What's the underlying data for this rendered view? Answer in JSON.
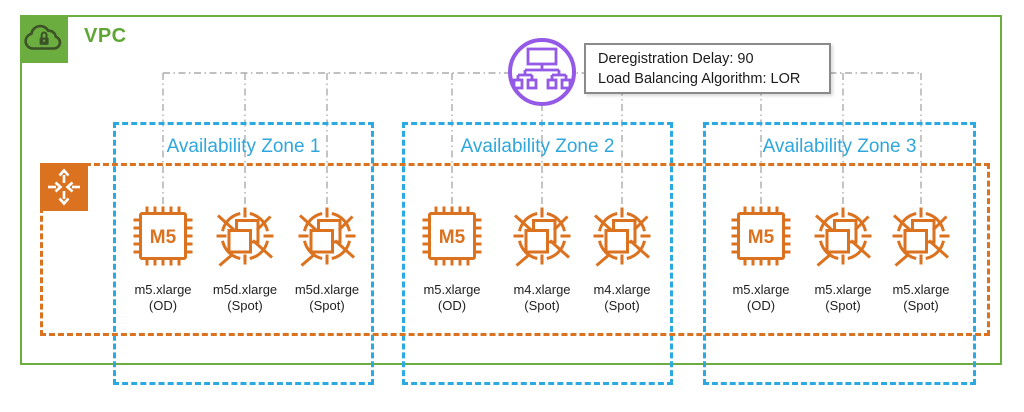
{
  "vpc": {
    "label": "VPC"
  },
  "load_balancer": {
    "info_line1": "Deregistration Delay: 90",
    "info_line2": "Load Balancing Algorithm: LOR"
  },
  "chip_label": "M5",
  "zones": [
    {
      "title": "Availability Zone 1",
      "instances": [
        {
          "type": "m5-chip",
          "line1": "m5.xlarge",
          "line2": "(OD)"
        },
        {
          "type": "spot",
          "line1": "m5d.xlarge",
          "line2": "(Spot)"
        },
        {
          "type": "spot",
          "line1": "m5d.xlarge",
          "line2": "(Spot)"
        }
      ]
    },
    {
      "title": "Availability Zone 2",
      "instances": [
        {
          "type": "m5-chip",
          "line1": "m5.xlarge",
          "line2": "(OD)"
        },
        {
          "type": "spot",
          "line1": "m4.xlarge",
          "line2": "(Spot)"
        },
        {
          "type": "spot",
          "line1": "m4.xlarge",
          "line2": "(Spot)"
        }
      ]
    },
    {
      "title": "Availability Zone 3",
      "instances": [
        {
          "type": "m5-chip",
          "line1": "m5.xlarge",
          "line2": "(OD)"
        },
        {
          "type": "spot",
          "line1": "m5.xlarge",
          "line2": "(Spot)"
        },
        {
          "type": "spot",
          "line1": "m5.xlarge",
          "line2": "(Spot)"
        }
      ]
    }
  ],
  "colors": {
    "vpc_green": "#6BAD3E",
    "az_blue": "#2CA9E1",
    "asg_orange": "#DB7220",
    "elb_purple": "#9459E6",
    "connector_gray": "#ACACAC"
  }
}
